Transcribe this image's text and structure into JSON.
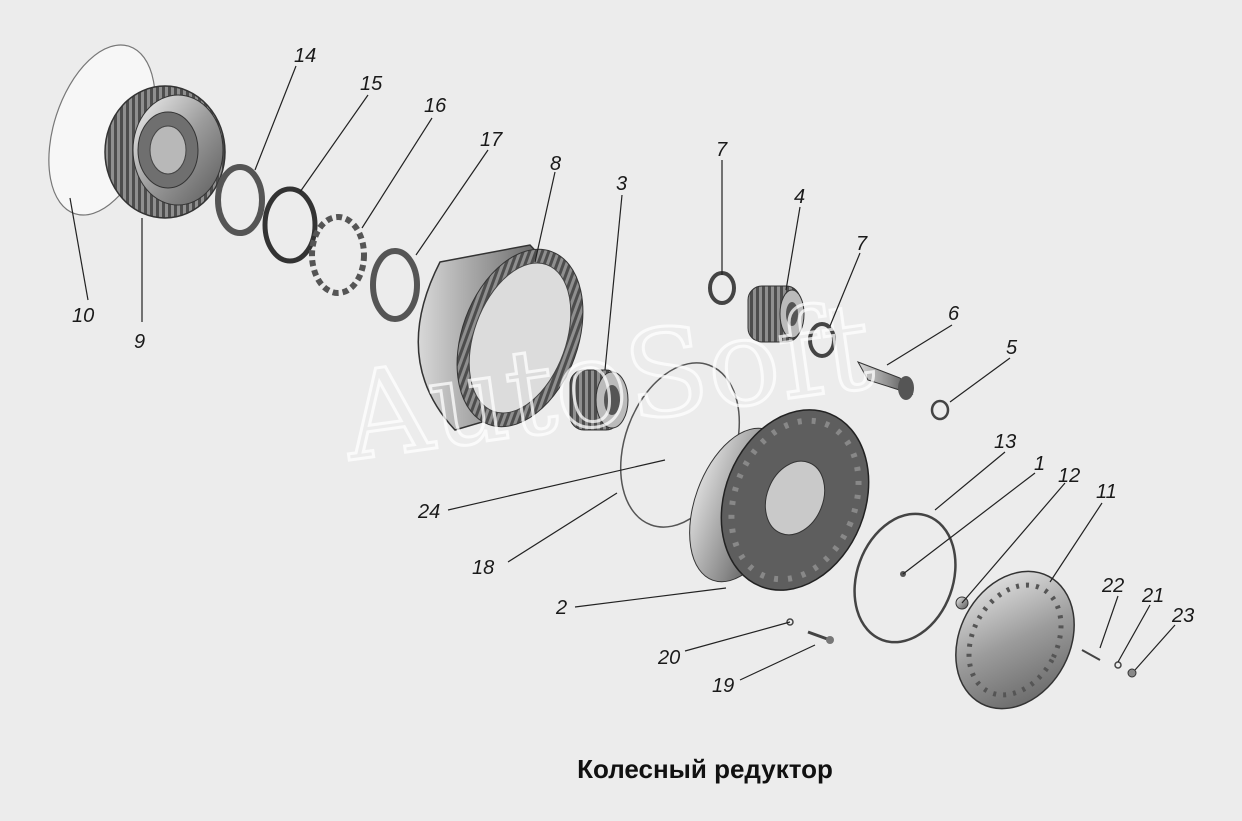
{
  "caption": "Колесный редуктор",
  "watermark": "AutoSoft",
  "callouts": [
    {
      "id": "c10",
      "label": "10"
    },
    {
      "id": "c9",
      "label": "9"
    },
    {
      "id": "c14",
      "label": "14"
    },
    {
      "id": "c15",
      "label": "15"
    },
    {
      "id": "c16",
      "label": "16"
    },
    {
      "id": "c17",
      "label": "17"
    },
    {
      "id": "c8",
      "label": "8"
    },
    {
      "id": "c3",
      "label": "3"
    },
    {
      "id": "c7a",
      "label": "7"
    },
    {
      "id": "c4",
      "label": "4"
    },
    {
      "id": "c7b",
      "label": "7"
    },
    {
      "id": "c6",
      "label": "6"
    },
    {
      "id": "c5",
      "label": "5"
    },
    {
      "id": "c24",
      "label": "24"
    },
    {
      "id": "c18",
      "label": "18"
    },
    {
      "id": "c13",
      "label": "13"
    },
    {
      "id": "c1",
      "label": "1"
    },
    {
      "id": "c12",
      "label": "12"
    },
    {
      "id": "c11",
      "label": "11"
    },
    {
      "id": "c2",
      "label": "2"
    },
    {
      "id": "c20",
      "label": "20"
    },
    {
      "id": "c19",
      "label": "19"
    },
    {
      "id": "c22",
      "label": "22"
    },
    {
      "id": "c21",
      "label": "21"
    },
    {
      "id": "c23",
      "label": "23"
    }
  ]
}
